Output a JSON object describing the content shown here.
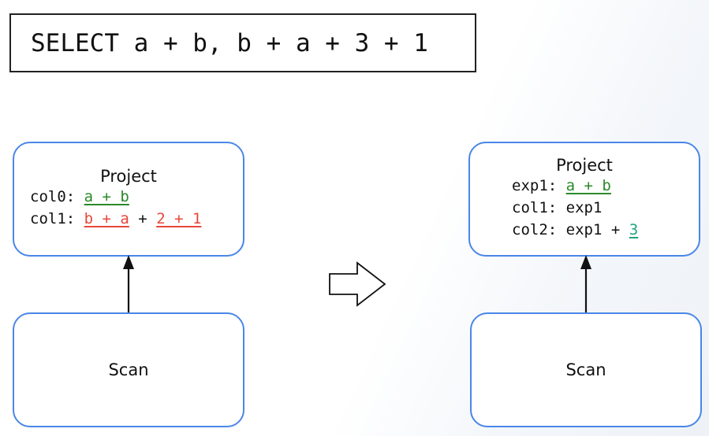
{
  "sql": {
    "query": "SELECT a + b, b + a + 3 + 1"
  },
  "left": {
    "project": {
      "title": "Project",
      "rows": [
        {
          "name": "col0",
          "sep": ": ",
          "parts": [
            {
              "text": "a + b",
              "hl": "green"
            }
          ]
        },
        {
          "name": "col1",
          "sep": ": ",
          "parts": [
            {
              "text": "b + a",
              "hl": "red"
            },
            {
              "text": " + "
            },
            {
              "text": "2 + 1",
              "hl": "red"
            }
          ]
        }
      ]
    },
    "scan": {
      "title": "Scan"
    }
  },
  "right": {
    "project": {
      "title": "Project",
      "rows": [
        {
          "name": "exp1",
          "sep": ": ",
          "parts": [
            {
              "text": "a + b",
              "hl": "green"
            }
          ]
        },
        {
          "name": "col1",
          "sep": ": ",
          "parts": [
            {
              "text": "exp1"
            }
          ]
        },
        {
          "name": "col2",
          "sep": ": ",
          "parts": [
            {
              "text": "exp1 + "
            },
            {
              "text": "3",
              "hl": "teal"
            }
          ]
        }
      ]
    },
    "scan": {
      "title": "Scan"
    }
  },
  "colors": {
    "green": "#2a8a2a",
    "red": "#e8473a",
    "teal": "#1fa37c",
    "node_border": "#4a86e8",
    "arrow": "#111111"
  }
}
